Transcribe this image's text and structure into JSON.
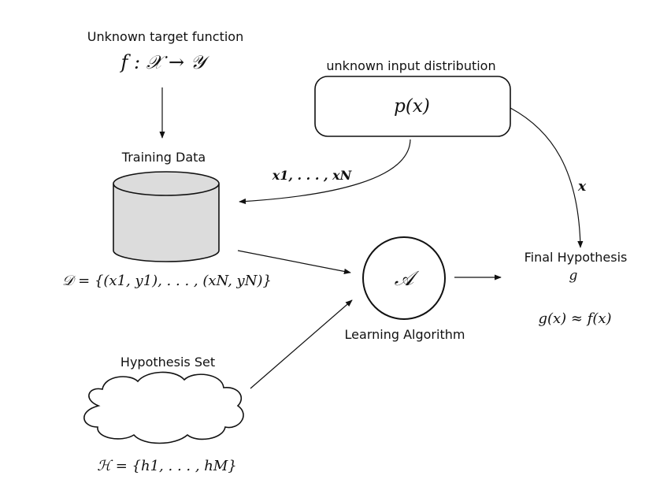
{
  "target": {
    "title": "Unknown target function",
    "formula": "f : 𝒳 → 𝒴"
  },
  "distribution": {
    "title": "unknown input distribution",
    "formula": "p(x)"
  },
  "training": {
    "title": "Training Data",
    "samples_label": "x1, . . . , xN",
    "formula": "𝒟 = {(x1, y1), . . . , (xN, yN)}"
  },
  "algorithm": {
    "symbol": "𝒜",
    "title": "Learning Algorithm"
  },
  "hypothesis_set": {
    "title": "Hypothesis Set",
    "formula": "ℋ = {h1, . . . , hM}"
  },
  "final": {
    "title": "Final Hypothesis",
    "symbol": "g",
    "approx": "g(x) ≈ f(x)",
    "input_label": "x"
  },
  "colors": {
    "stroke": "#111111",
    "cylinder_fill": "#dcdcdc",
    "background": "#ffffff"
  }
}
